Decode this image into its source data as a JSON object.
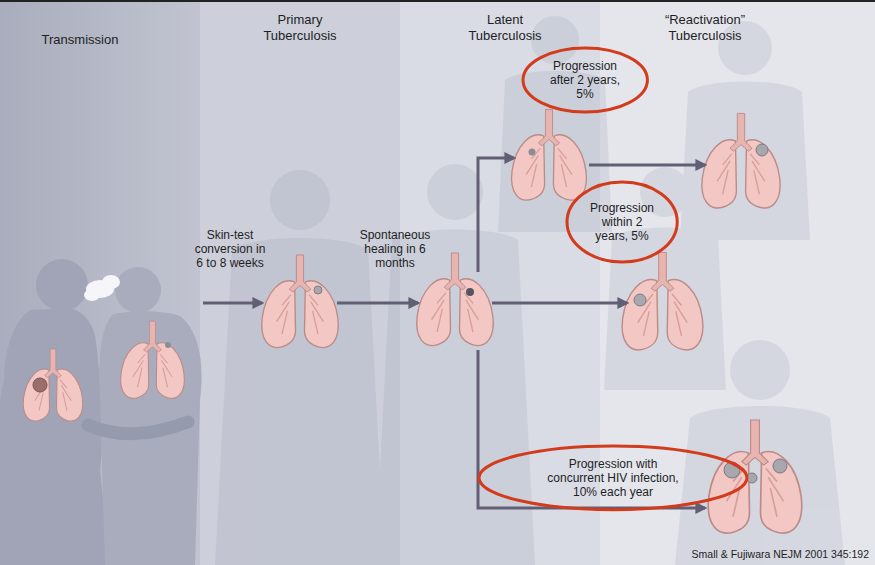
{
  "diagram": {
    "nodes": [
      {
        "text": [
          "Transmission"
        ]
      },
      {
        "text": [
          "Primary Tuberculosis"
        ]
      },
      {
        "text": [
          "Latent Tuberculosis"
        ]
      },
      {
        "text": [
          "“Reactivation” Tuberculosis"
        ]
      },
      {
        "text": [
          "Progression after 2 years, 5%"
        ]
      },
      {
        "text": [
          "Progression within 2 years, 5%"
        ]
      },
      {
        "text": [
          "Progression with concurrent HIV infection, 10% each year"
        ]
      }
    ],
    "labels": [
      "Skin-test conversion in 6 to 8 weeks",
      "Spontaneous healing in 6 months",
      "Small & Fujiwara NEJM 2001 345:192"
    ]
  }
}
